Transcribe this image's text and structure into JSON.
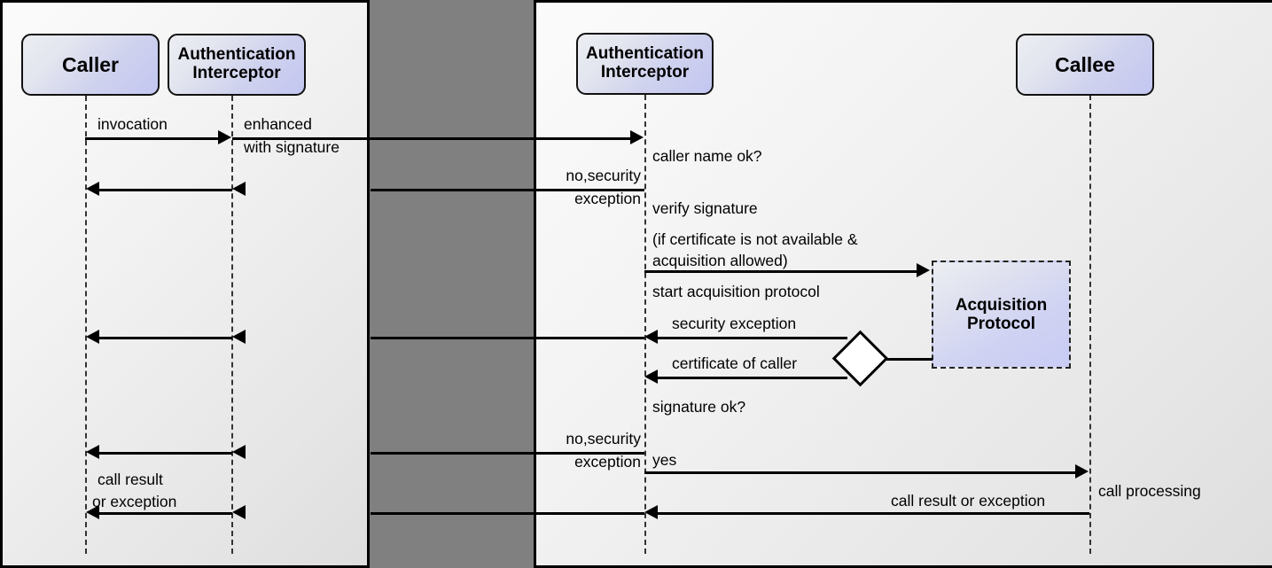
{
  "diagram": {
    "title": "Authentication Interceptor sequence diagram",
    "type": "uml-sequence-diagram"
  },
  "panels": {
    "left": {
      "name": "left-panel"
    },
    "right": {
      "name": "right-panel"
    }
  },
  "actors": {
    "caller": "Caller",
    "auth_interceptor_left": "Authentication\nInterceptor",
    "auth_interceptor_right": "Authentication\nInterceptor",
    "callee": "Callee",
    "acquisition_protocol": "Acquisition\nProtocol"
  },
  "messages": {
    "invocation": "invocation",
    "enhanced_line1": "enhanced",
    "enhanced_line2": "with signature",
    "caller_name_ok": "caller name ok?",
    "no_security_1_line1": "no,security",
    "no_security_1_line2": "exception",
    "verify_signature": "verify signature",
    "if_cert_line1": "(if certificate is not available &",
    "if_cert_line2": "acquisition allowed)",
    "start_acquisition": "start acquisition protocol",
    "security_exception": "security exception",
    "certificate_of_caller": "certificate of caller",
    "signature_ok": "signature ok?",
    "no_security_2_line1": "no,security",
    "no_security_2_line2": "exception",
    "yes": "yes",
    "call_result_line1": "call result",
    "call_result_line2": "or exception",
    "call_result_or_exception": "call result or exception",
    "call_processing": "call processing"
  },
  "colors": {
    "gap": "#808080",
    "actor_fill_start": "#eceef3",
    "actor_fill_end": "#c3c6f0",
    "line": "#000000",
    "panel_bg": "#f2f2f2"
  }
}
